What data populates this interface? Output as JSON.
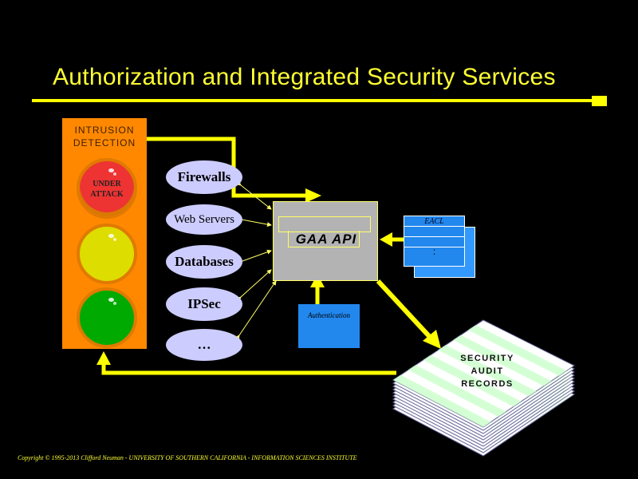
{
  "title": "Authorization and Integrated Security Services",
  "intrusion_detection": {
    "label_line1": "INTRUSION",
    "label_line2": "DETECTION",
    "light_line1": "UNDER",
    "light_line2": "ATTACK",
    "colors": {
      "panel": "#ff8800",
      "red": "#ee3333",
      "yellow": "#dddd00",
      "green": "#00aa00"
    }
  },
  "services": [
    "Firewalls",
    "Web Servers",
    "Databases",
    "IPSec",
    "…"
  ],
  "gaa": {
    "label": "GAA  API"
  },
  "authentication": {
    "label": "Authentication"
  },
  "eacl": {
    "label": "EACL",
    "dots": ":"
  },
  "audit": {
    "line1": "SECURITY",
    "line2": "AUDIT",
    "line3": "RECORDS"
  },
  "footer": "Copyright © 1995-2013 Clifford Neuman  -  UNIVERSITY OF SOUTHERN CALIFORNIA  -  INFORMATION SCIENCES INSTITUTE",
  "accent_color": "#ffff00"
}
